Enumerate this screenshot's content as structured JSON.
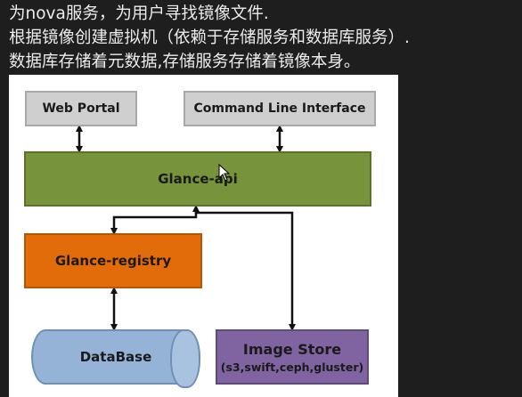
{
  "notes": {
    "line1": "为nova服务，为用户寻找镜像文件.",
    "line2": "根据镜像创建虚拟机（依赖于存储服务和数据库服务）.",
    "line3": "数据库存储着元数据,存储服务存储着镜像本身。"
  },
  "diagram": {
    "web_portal": "Web Portal",
    "cli": "Command Line Interface",
    "glance_api": "Glance-api",
    "glance_registry": "Glance-registry",
    "database": "DataBase",
    "image_store": "Image Store",
    "image_store_backends": "(s3,swift,ceph,gluster)",
    "colors": {
      "client_box": "#cfcfcf",
      "api_box": "#77933c",
      "registry_box": "#e36c0a",
      "database_box": "#95b3d7",
      "store_box": "#8064a2"
    }
  }
}
